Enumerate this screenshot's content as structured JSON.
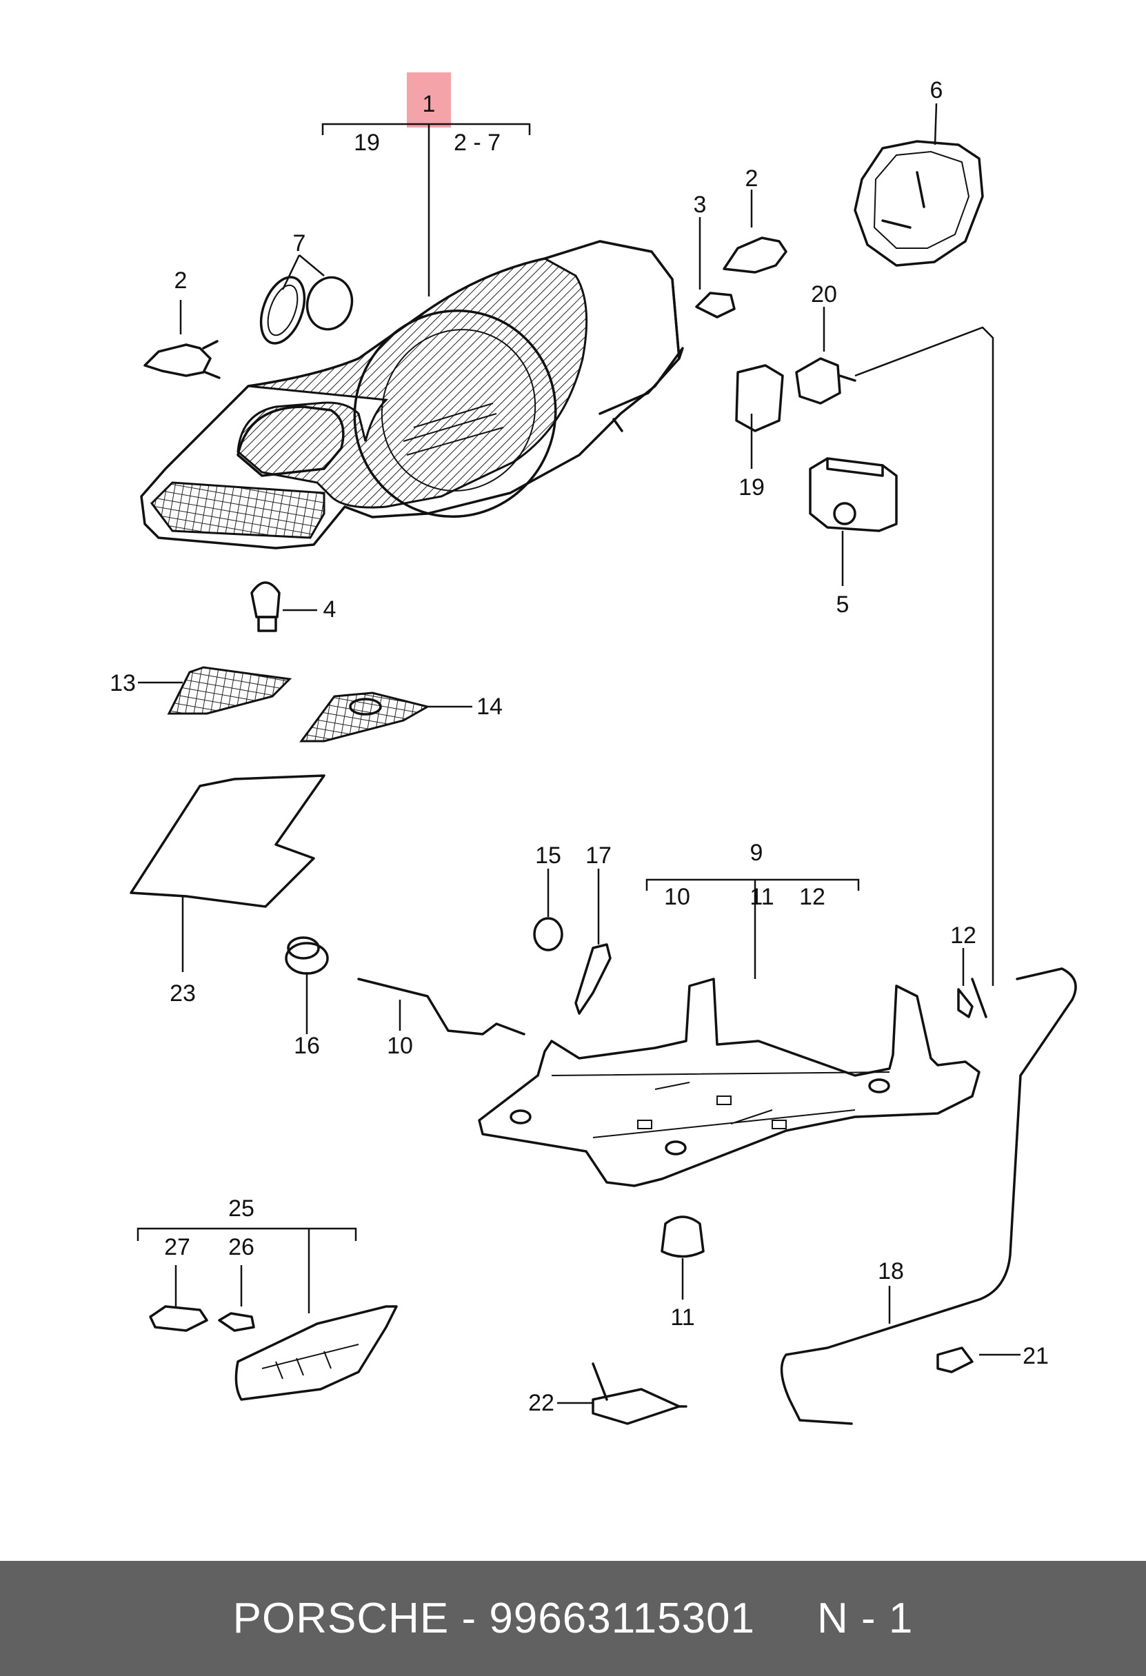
{
  "diagram": {
    "callouts": [
      {
        "id": "c1",
        "text": "1"
      },
      {
        "id": "c19a",
        "text": "19"
      },
      {
        "id": "c2-7",
        "text": "2 - 7"
      },
      {
        "id": "c6",
        "text": "6"
      },
      {
        "id": "c2a",
        "text": "2"
      },
      {
        "id": "c3",
        "text": "3"
      },
      {
        "id": "c7",
        "text": "7"
      },
      {
        "id": "c2b",
        "text": "2"
      },
      {
        "id": "c20",
        "text": "20"
      },
      {
        "id": "c19b",
        "text": "19"
      },
      {
        "id": "c5",
        "text": "5"
      },
      {
        "id": "c4",
        "text": "4"
      },
      {
        "id": "c13",
        "text": "13"
      },
      {
        "id": "c14",
        "text": "14"
      },
      {
        "id": "c23",
        "text": "23"
      },
      {
        "id": "c15",
        "text": "15"
      },
      {
        "id": "c17",
        "text": "17"
      },
      {
        "id": "c9",
        "text": "9"
      },
      {
        "id": "c10a",
        "text": "10"
      },
      {
        "id": "c11a",
        "text": "11"
      },
      {
        "id": "c12a",
        "text": "12"
      },
      {
        "id": "c12b",
        "text": "12"
      },
      {
        "id": "c16",
        "text": "16"
      },
      {
        "id": "c10b",
        "text": "10"
      },
      {
        "id": "c25",
        "text": "25"
      },
      {
        "id": "c27",
        "text": "27"
      },
      {
        "id": "c26",
        "text": "26"
      },
      {
        "id": "c11b",
        "text": "11"
      },
      {
        "id": "c18",
        "text": "18"
      },
      {
        "id": "c21",
        "text": "21"
      },
      {
        "id": "c22",
        "text": "22"
      }
    ],
    "highlight_color": "#f4a3a8"
  },
  "footer": {
    "brand_part": "PORSCHE - 99663115301",
    "page": "N - 1",
    "background": "#616161"
  }
}
